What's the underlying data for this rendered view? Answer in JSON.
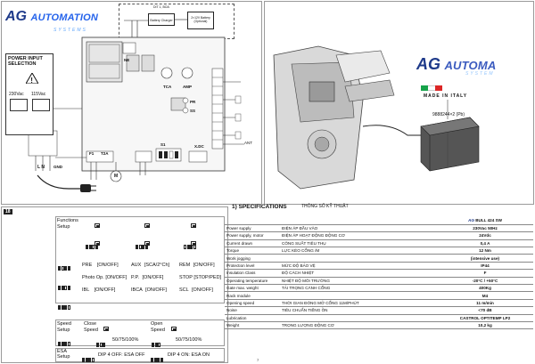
{
  "brand": {
    "name_ag": "AG",
    "name_rest": "AUTOMATION",
    "systems": "SYSTEMS",
    "right_name_ag": "AG",
    "right_name_rest": "AUTOMA",
    "right_systems": "SYSTEM",
    "made_in": "MADE IN ITALY"
  },
  "board": {
    "warning_title": "POWER INPUT SELECTION",
    "v230": "230Vac",
    "v115": "115Vac",
    "batt_label": "DIT 1, BOA",
    "battery_charger": "Battery Charger",
    "battery_optional": "2×12V Battery (Optional)",
    "ne": "NE",
    "tca": "TCA",
    "amp": "AMP",
    "fus_f1": "F1",
    "fus_t2a": "T2A",
    "s1": "S1",
    "xdc": "X.DC",
    "pe": "PE",
    "ant": "ANT",
    "gnd": "GND",
    "ln": "L  N",
    "m": "M",
    "ss": "SS",
    "pr": "PR",
    "ref": "9888244×2 (Pb)"
  },
  "panel18": {
    "number": "18",
    "functions_setup": "Functions\nSetup",
    "speed_setup": "Speed\nSetup",
    "esa_setup": "ESA\nSetup",
    "row1": [
      "PRE",
      "[ON/OFF]",
      "AUX",
      "[SCA/2°Ch]",
      "REM",
      "[ON/OFF]"
    ],
    "row2": [
      "Photo Op.",
      "[ON/OFF]",
      "P.P.",
      "[ON/OFF]",
      "STOP",
      "[STOP/PED]"
    ],
    "row3": [
      "IBL",
      "[ON/OFF]",
      "IBCA",
      "[ON/OFF]",
      "SCL",
      "[ON/OFF]"
    ],
    "close_speed": "Close\nSpeed",
    "open_speed": "Open\nSpeed",
    "speed_values": "50/75/100%",
    "esa_off": "DIP 4 OFF: ESA OFF",
    "esa_on": "DIP 4 ON: ESA ON"
  },
  "spec": {
    "title": "1) SPECIFICATIONS",
    "title_vn": "THÔNG SỐ KỸ THUẬT",
    "model_brand": "AG",
    "model": "BULL 424 SW",
    "rows": [
      {
        "label": "Power supply",
        "vn": "ĐIỆN ÁP ĐẦU VÀO",
        "value": "230Vac 50Hz"
      },
      {
        "label": "Power supply, motor",
        "vn": "ĐIỆN ÁP HOẠT ĐỘNG ĐỘNG CƠ",
        "value": "24Vdc"
      },
      {
        "label": "Current drawn",
        "vn": "CÔNG SUẤT TIÊU THỤ",
        "value": "0,4 A"
      },
      {
        "label": "Torque",
        "vn": "LỰC KÉO CỔNG /M",
        "value": "12 Nm"
      },
      {
        "label": "Work jogging",
        "vn": "",
        "value": "(intensive use)"
      },
      {
        "label": "Protection level",
        "vn": "MỨC ĐỘ BẢO VỆ",
        "value": "IP44"
      },
      {
        "label": "Insulation Class",
        "vn": "ĐỘ CÁCH NHIỆT",
        "value": "F"
      },
      {
        "label": "Operating temperature",
        "vn": "NHIỆT ĐỘ MÔI TRƯỜNG",
        "value": "-20°C / +50°C"
      },
      {
        "label": "Gate max. weight",
        "vn": "TẢI TRỌNG CÁNH CỔNG",
        "value": "400Kg"
      },
      {
        "label": "Rack module",
        "vn": "",
        "value": "M4"
      },
      {
        "label": "Opening speed",
        "vn": "THỜI GIAN ĐÓNG MỞ CỔNG 11M/PHÚT",
        "value": "11 m/min"
      },
      {
        "label": "Noise",
        "vn": "TIÊU CHUẨN TIẾNG ỒN",
        "value": "<70 dB"
      },
      {
        "label": "Lubrication",
        "vn": "",
        "value": "CASTROL OPTITEMP LP2"
      },
      {
        "label": "Weight",
        "vn": "TRỌNG LƯỢNG ĐỘNG CƠ",
        "value": "10,2 kg"
      }
    ]
  },
  "page_number": "7",
  "colors": {
    "brand_dark": "#1e3a8a",
    "brand_light": "#2563eb",
    "italy_green": "#16a34a",
    "italy_red": "#dc2626"
  }
}
